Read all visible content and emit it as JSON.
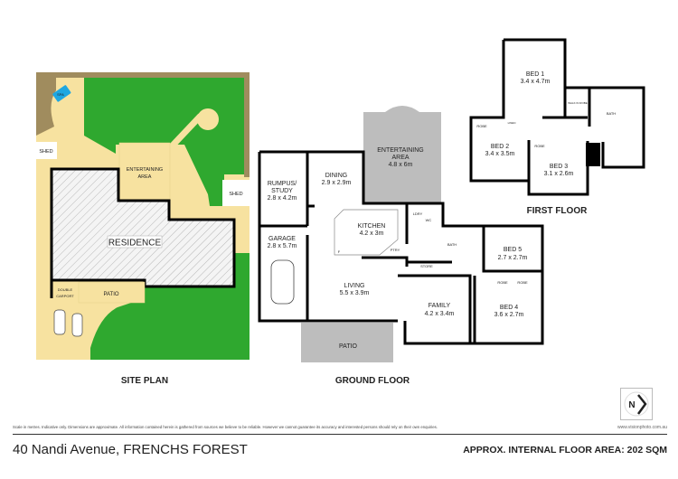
{
  "site_plan": {
    "title": "SITE PLAN",
    "labels": {
      "spa": "SPA",
      "shed_left": "SHED",
      "shed_right": "SHED",
      "entertaining_1": "ENTERTAINING",
      "entertaining_2": "AREA",
      "residence": "RESIDENCE",
      "carport_1": "DOUBLE",
      "carport_2": "CARPORT",
      "patio": "PATIO"
    },
    "colors": {
      "grass": "#2fa82f",
      "path": "#f7e2a0",
      "garden_bed": "#a08c5e",
      "spa": "#1ea7e1",
      "house_outline": "#000000"
    }
  },
  "ground_floor": {
    "title": "GROUND FLOOR",
    "rooms": [
      {
        "name": "RUMPUS/",
        "name2": "STUDY",
        "size": "2.8 x 4.2m"
      },
      {
        "name": "GARAGE",
        "size": "2.8 x 5.7m"
      },
      {
        "name": "DINING",
        "size": "2.9 x 2.9m"
      },
      {
        "name": "ENTERTAINING",
        "name2": "AREA",
        "size": "4.8 x 6m"
      },
      {
        "name": "KITCHEN",
        "size": "4.2 x 3m"
      },
      {
        "name": "LIVING",
        "size": "5.5 x 3.9m"
      },
      {
        "name": "FAMILY",
        "size": "4.2 x 3.4m"
      },
      {
        "name": "BED 5",
        "size": "2.7 x 2.7m"
      },
      {
        "name": "BED 4",
        "size": "3.6 x 2.7m"
      },
      {
        "name": "PATIO"
      }
    ],
    "small_labels": {
      "pantry": "PTRY",
      "store": "STORE",
      "bath": "BATH",
      "wc": "WC",
      "ldry": "LDRY",
      "robe1": "ROBE",
      "robe2": "ROBE",
      "fridge": "F"
    },
    "colors": {
      "outdoor": "#bdbdbd",
      "wall": "#000000"
    }
  },
  "first_floor": {
    "title": "FIRST FLOOR",
    "rooms": [
      {
        "name": "BED 1",
        "size": "3.4 x 4.7m"
      },
      {
        "name": "BED 2",
        "size": "3.4 x 3.5m"
      },
      {
        "name": "BED 3",
        "size": "3.1 x 2.6m"
      }
    ],
    "small_labels": {
      "wir": "WALK IN ROBE",
      "bath": "BATH",
      "robe1": "ROBE",
      "robe2": "ROBE",
      "linen": "LINEN"
    }
  },
  "footer": {
    "disclaimer": "Scale in metres. Indicative only. Dimensions are approximate. All information contained herein is gathered from sources we believe to be reliable. However we cannot guarantee its accuracy and interested persons should rely on their own enquiries.",
    "website": "www.visionphoto.com.au",
    "address": "40 Nandi Avenue, FRENCHS FOREST",
    "floor_area": "APPROX. INTERNAL FLOOR AREA: 202 SQM",
    "compass": "N"
  }
}
